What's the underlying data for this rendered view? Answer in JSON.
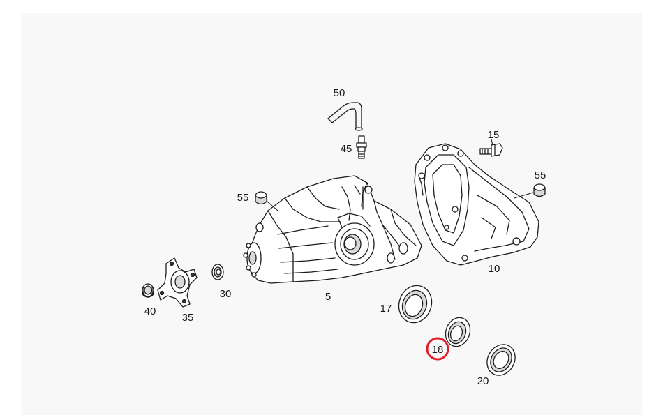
{
  "callouts": [
    {
      "id": "callout-50",
      "text": "50"
    },
    {
      "id": "callout-45",
      "text": "45"
    },
    {
      "id": "callout-15",
      "text": "15"
    },
    {
      "id": "callout-55-left",
      "text": "55"
    },
    {
      "id": "callout-55-right",
      "text": "55"
    },
    {
      "id": "callout-5",
      "text": "5"
    },
    {
      "id": "callout-10",
      "text": "10"
    },
    {
      "id": "callout-17",
      "text": "17"
    },
    {
      "id": "callout-18",
      "text": "18"
    },
    {
      "id": "callout-20",
      "text": "20"
    },
    {
      "id": "callout-30",
      "text": "30"
    },
    {
      "id": "callout-35",
      "text": "35"
    },
    {
      "id": "callout-40",
      "text": "40"
    }
  ],
  "highlight": {
    "callout": "18",
    "color": "#e0202a"
  },
  "colors": {
    "line": "#1c1c1c",
    "background": "#f8f8f8"
  }
}
